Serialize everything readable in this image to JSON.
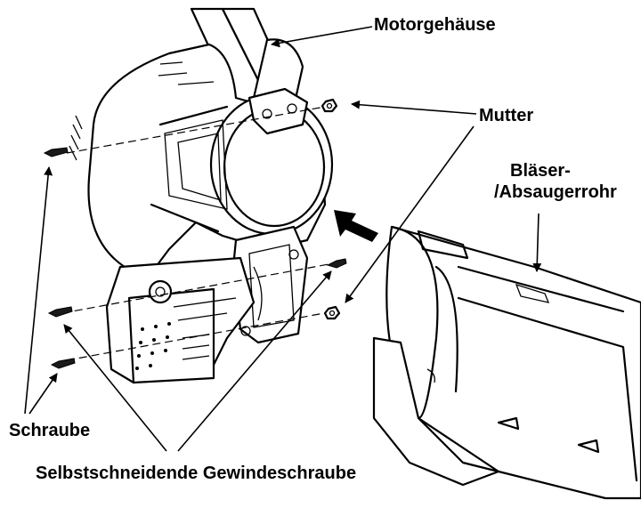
{
  "labels": {
    "motor_housing": "Motorgehäuse",
    "nut": "Mutter",
    "tube_line1": "Bläser-",
    "tube_line2": "/Absaugerrohr",
    "screw": "Schraube",
    "self_tapping_screw": "Selbstschneidende Gewindeschraube"
  },
  "colors": {
    "ink": "#000000",
    "paper": "#ffffff"
  }
}
